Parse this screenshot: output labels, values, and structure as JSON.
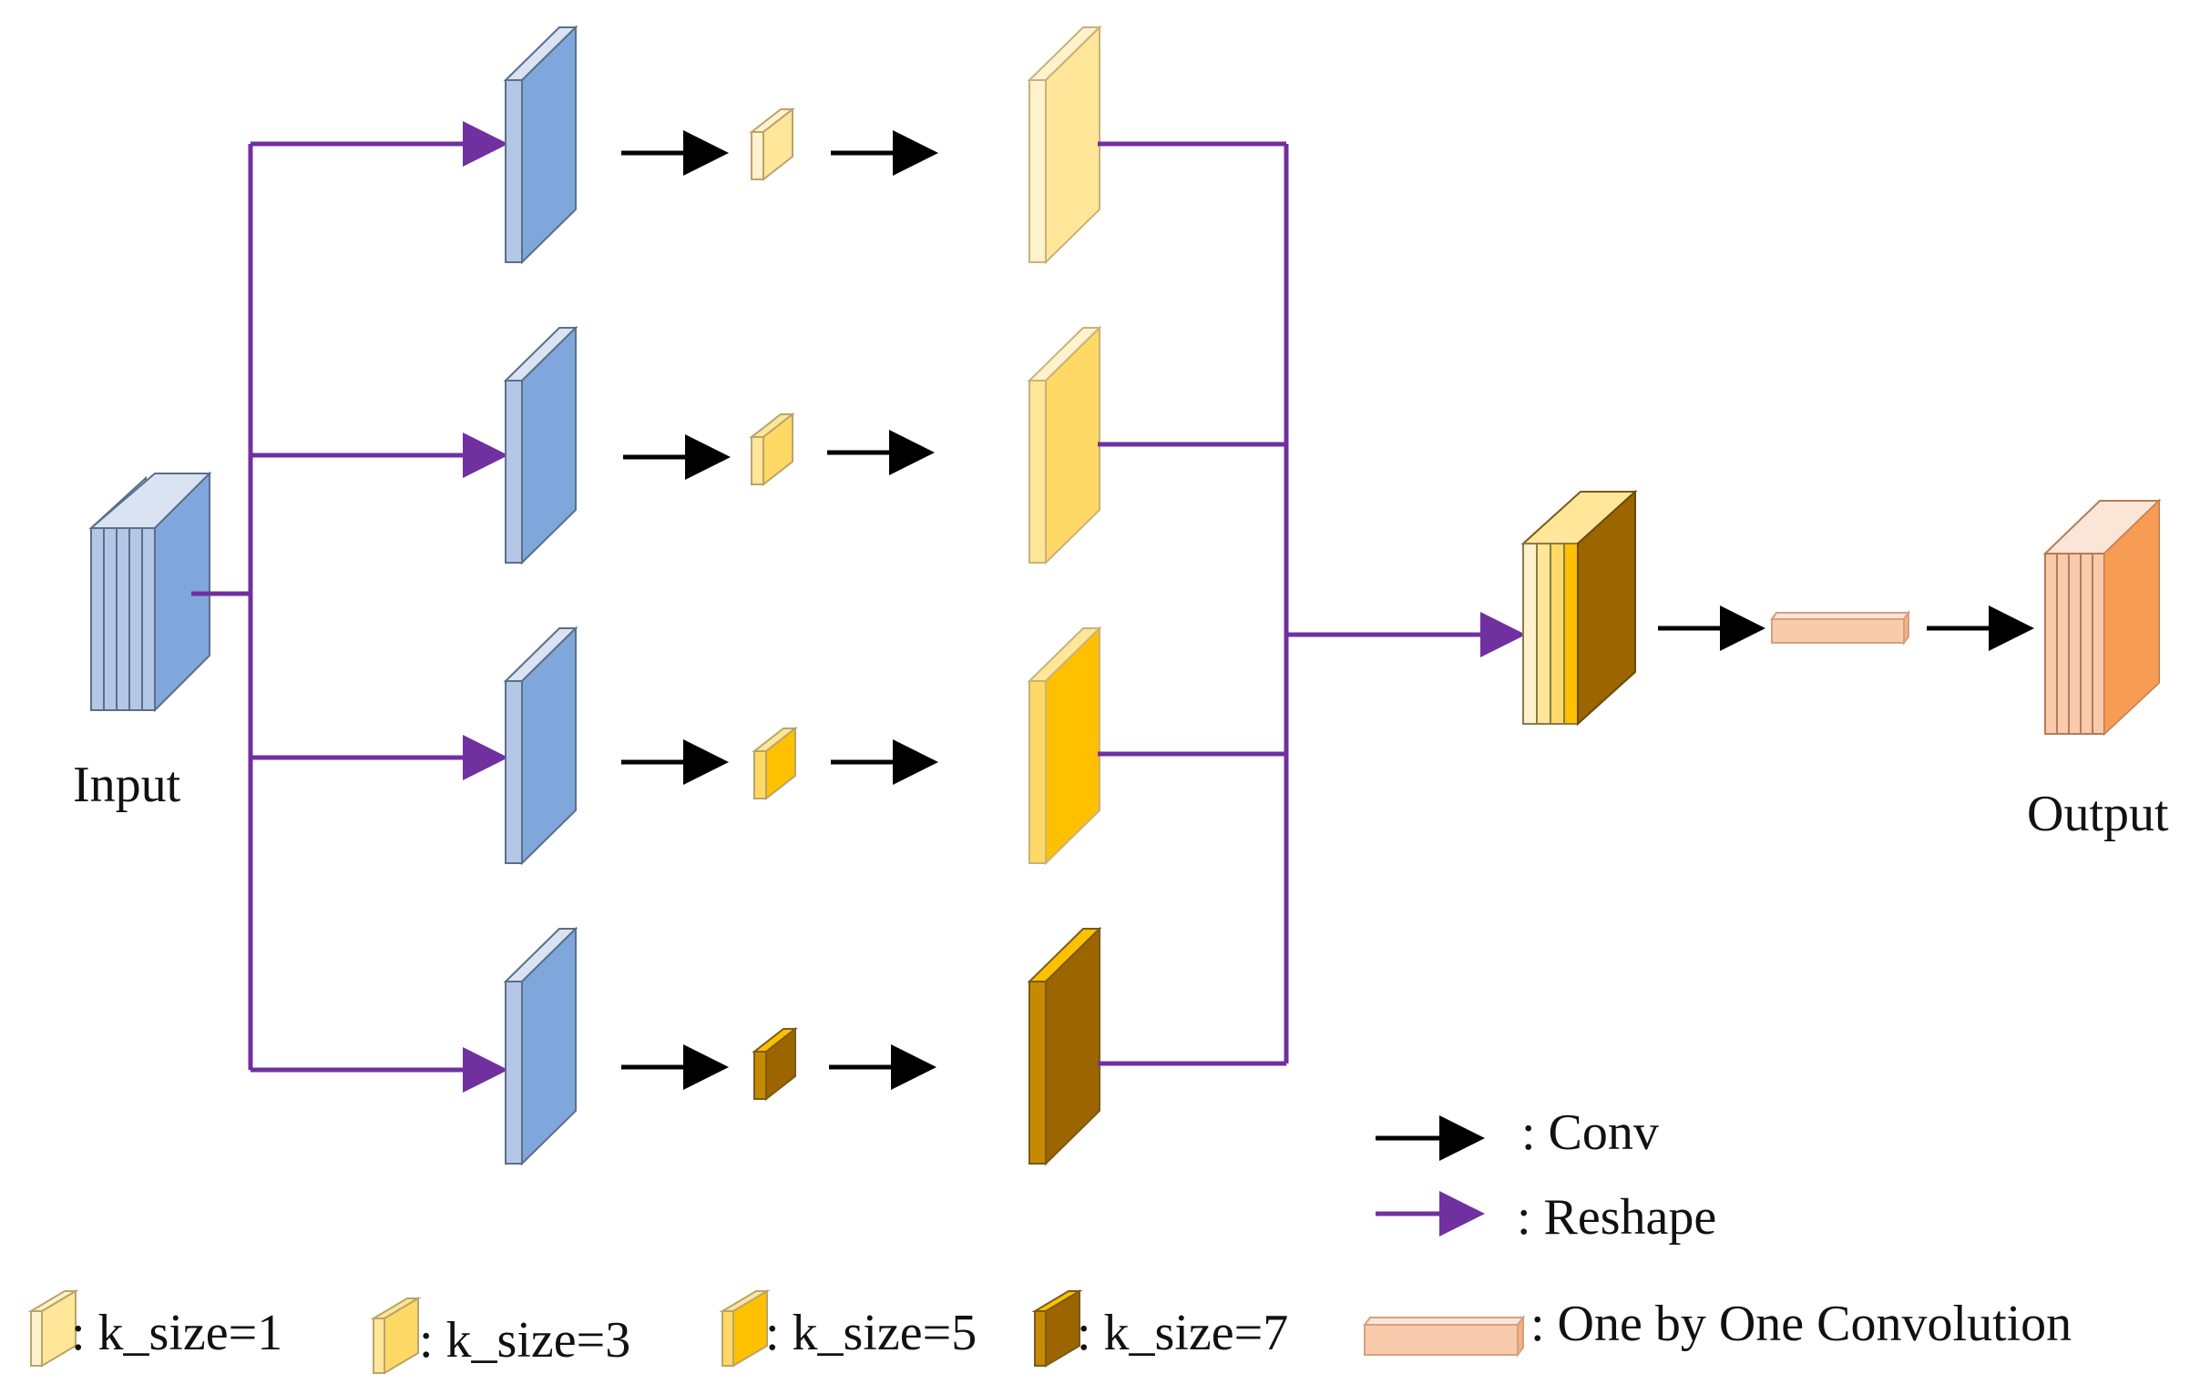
{
  "labels": {
    "input": "Input",
    "output": "Output"
  },
  "legend": {
    "conv": ": Conv",
    "reshape": ": Reshape",
    "k1": ": k_size=1",
    "k3": ": k_size=3",
    "k5": ": k_size=5",
    "k7": ": k_size=7",
    "one_by_one": ": One by One Convolution"
  },
  "colors": {
    "reshape_arrow": "#7030A0",
    "conv_arrow": "#000000",
    "feature_blue": "#7FA7DC",
    "k1": "#FFE699",
    "k3": "#FFD966",
    "k5": "#FFC000",
    "k7": "#9C6500",
    "one_by_one": "#F8CBAD",
    "output": "#F4B183"
  }
}
